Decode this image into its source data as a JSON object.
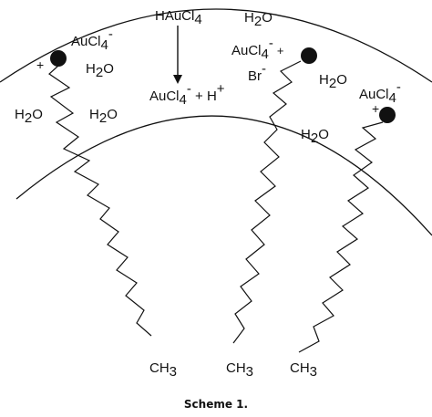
{
  "labels": {
    "top_reagent": {
      "main": "HAuCl",
      "sub": "4"
    },
    "water_top": {
      "pre": "H",
      "sub": "2",
      "post": "O"
    },
    "aucl4_left": {
      "main": "AuCl",
      "sub": "4",
      "sup": "-"
    },
    "plus_left": "+",
    "water_left1": {
      "pre": "H",
      "sub": "2",
      "post": "O"
    },
    "water_left2": {
      "pre": "H",
      "sub": "2",
      "post": "O"
    },
    "water_left3": {
      "pre": "H",
      "sub": "2",
      "post": "O"
    },
    "products": {
      "main": "AuCl",
      "sub": "4",
      "sup1": "-",
      "mid": " + H",
      "sup2": "+"
    },
    "aucl4_mid": {
      "main": "AuCl",
      "sub": "4",
      "sup": "-",
      "plus": "+"
    },
    "bromide": {
      "main": "Br",
      "sup": "-"
    },
    "water_right1": {
      "pre": "H",
      "sub": "2",
      "post": "O"
    },
    "water_right2": {
      "pre": "H",
      "sub": "2",
      "post": "O"
    },
    "aucl4_right": {
      "main": "AuCl",
      "sub": "4",
      "sup": "-"
    },
    "plus_right": "+",
    "methyl1": {
      "pre": "CH",
      "sub": "3"
    },
    "methyl2": {
      "pre": "CH",
      "sub": "3"
    },
    "methyl3": {
      "pre": "CH",
      "sub": "3"
    }
  },
  "caption": "Scheme 1."
}
